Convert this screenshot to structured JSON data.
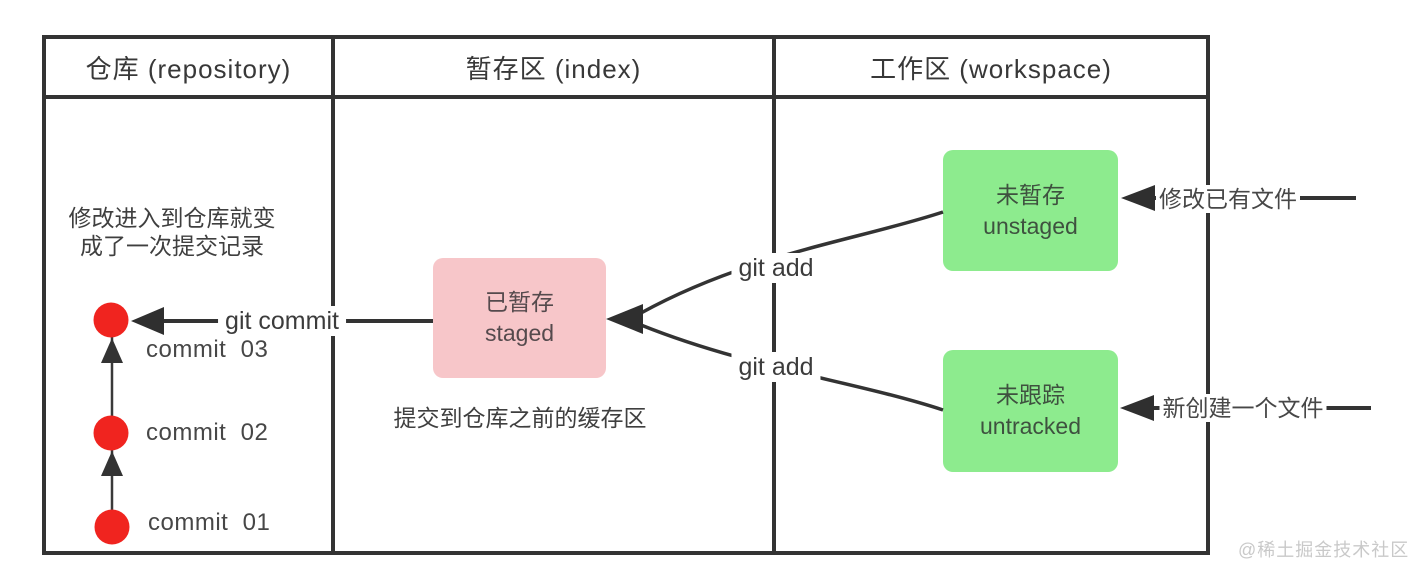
{
  "header": {
    "repository": "仓库 (repository)",
    "index": "暂存区 (index)",
    "workspace": "工作区 (workspace)"
  },
  "repository": {
    "note": "修改进入到仓库就变\n成了一次提交记录",
    "commits": [
      {
        "label": "commit  03"
      },
      {
        "label": "commit  02"
      },
      {
        "label": "commit  01"
      }
    ]
  },
  "index": {
    "staged_title": "已暂存",
    "staged_subtitle": "staged",
    "caption": "提交到仓库之前的缓存区"
  },
  "workspace": {
    "unstaged_title": "未暂存",
    "unstaged_subtitle": "unstaged",
    "untracked_title": "未跟踪",
    "untracked_subtitle": "untracked"
  },
  "arrows": {
    "git_commit": "git commit",
    "git_add_top": "git add",
    "git_add_bottom": "git add",
    "modify_existing": "修改已有文件",
    "create_new": "新创建一个文件"
  },
  "watermark": "@稀土掘金技术社区",
  "colors": {
    "line": "#333333",
    "commit_dot": "#f0241f",
    "staged_box": "#f7c6c9",
    "workspace_box": "#8deb8e",
    "text": "#3f3f3f",
    "watermark": "#c9c9c9"
  }
}
